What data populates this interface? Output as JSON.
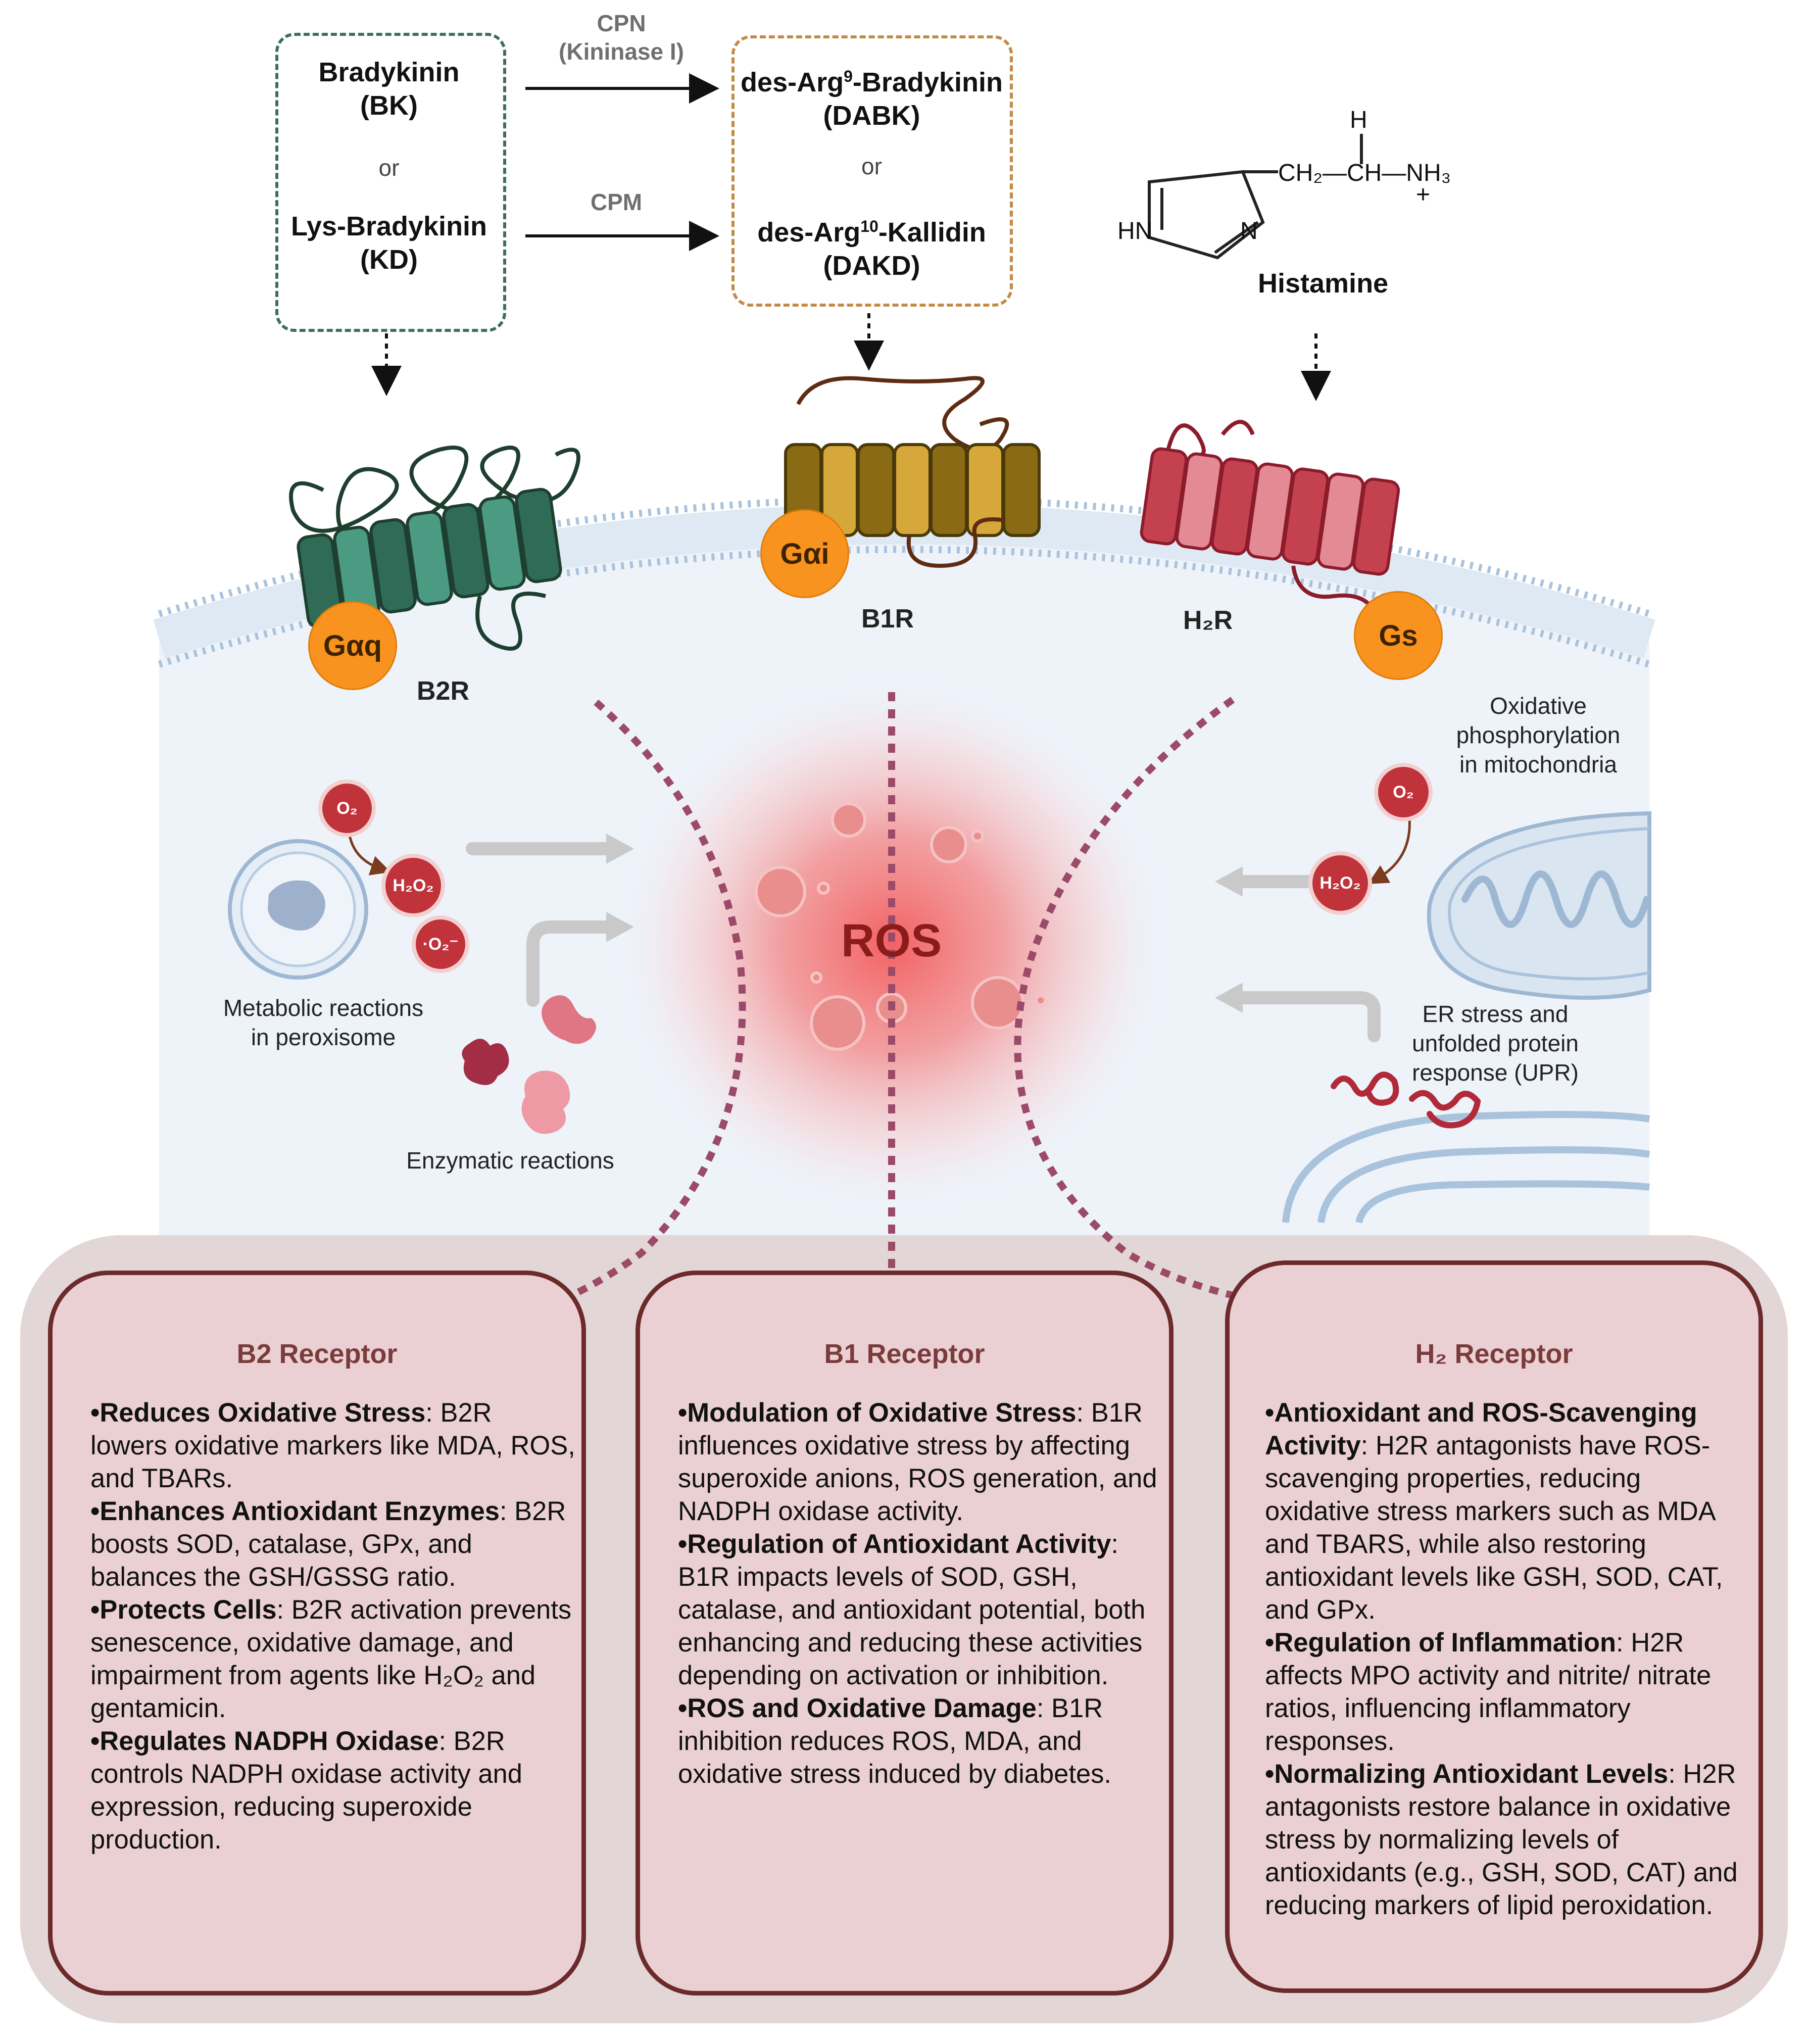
{
  "ligands": {
    "left": {
      "bk_name": "Bradykinin",
      "bk_abbr": "(BK)",
      "or": "or",
      "kd_name": "Lys-Bradykinin",
      "kd_abbr": "(KD)"
    },
    "middle": {
      "dabk_prefix": "des-Arg",
      "dabk_sup": "9",
      "dabk_suffix": "-Bradykinin",
      "dabk_abbr": "(DABK)",
      "or": "or",
      "dakd_prefix": "des-Arg",
      "dakd_sup": "10",
      "dakd_suffix": "-Kallidin",
      "dakd_abbr": "(DAKD)"
    },
    "histamine": {
      "name": "Histamine",
      "atom_h": "H",
      "chain": "CH₂—CH—NH₃",
      "plus": "+",
      "hn": "HN",
      "n": "N"
    }
  },
  "enzymes": {
    "top_line1": "CPN",
    "top_line2": "(Kininase I)",
    "bottom": "CPM"
  },
  "receptors": {
    "b2r": {
      "label": "B2R",
      "g_protein": "Gαq",
      "color": "#2f6b57"
    },
    "b1r": {
      "label": "B1R",
      "g_protein": "Gαi",
      "color": "#c99a1f"
    },
    "h2r": {
      "label": "H₂R",
      "g_protein": "Gs",
      "color": "#d0525f"
    }
  },
  "center": {
    "label": "ROS"
  },
  "sources": {
    "peroxisome": "Metabolic reactions\nin peroxisome",
    "enzymatic": "Enzymatic reactions",
    "mitochondria": "Oxidative\nphosphorylation\nin mitochondria",
    "er": "ER stress and\nunfolded protein\nresponse (UPR)"
  },
  "molecules": {
    "o2": "O₂",
    "h2o2": "H₂O₂",
    "superoxide": "·O₂⁻"
  },
  "cards": {
    "b2": {
      "title": "B2 Receptor",
      "items": [
        {
          "head": "Reduces Oxidative Stress",
          "text": ": B2R lowers oxidative markers like MDA, ROS, and TBARs."
        },
        {
          "head": "Enhances Antioxidant Enzymes",
          "text": ": B2R boosts SOD, catalase, GPx, and balances the GSH/GSSG ratio."
        },
        {
          "head": "Protects Cells",
          "text": ": B2R activation prevents senescence, oxidative damage, and impairment from agents like H₂O₂ and gentamicin."
        },
        {
          "head": "Regulates NADPH Oxidase",
          "text": ": B2R controls NADPH oxidase activity and expression, reducing superoxide production."
        }
      ]
    },
    "b1": {
      "title": "B1 Receptor",
      "items": [
        {
          "head": "Modulation of Oxidative Stress",
          "text": ": B1R influences oxidative stress by affecting superoxide anions, ROS generation, and NADPH oxidase activity."
        },
        {
          "head": "Regulation of Antioxidant Activity",
          "text": ": B1R impacts levels of SOD, GSH, catalase, and antioxidant potential, both enhancing and reducing these activities depending on activation or inhibition."
        },
        {
          "head": "ROS and Oxidative Damage",
          "text": ": B1R inhibition reduces ROS, MDA, and oxidative stress induced by diabetes."
        }
      ]
    },
    "h2": {
      "title": "H₂ Receptor",
      "items": [
        {
          "head": "Antioxidant and ROS-Scavenging Activity",
          "text": ": H2R antagonists have ROS-scavenging properties, reducing oxidative stress markers such as MDA and TBARS, while also restoring antioxidant levels like GSH, SOD, CAT, and GPx."
        },
        {
          "head": "Regulation of Inflammation",
          "text": ": H2R affects MPO activity and nitrite/ nitrate ratios, influencing inflammatory responses."
        },
        {
          "head": "Normalizing Antioxidant Levels",
          "text": ": H2R antagonists restore balance in oxidative stress by normalizing levels of antioxidants (e.g., GSH, SOD, CAT) and reducing markers of lipid peroxidation."
        }
      ]
    }
  }
}
